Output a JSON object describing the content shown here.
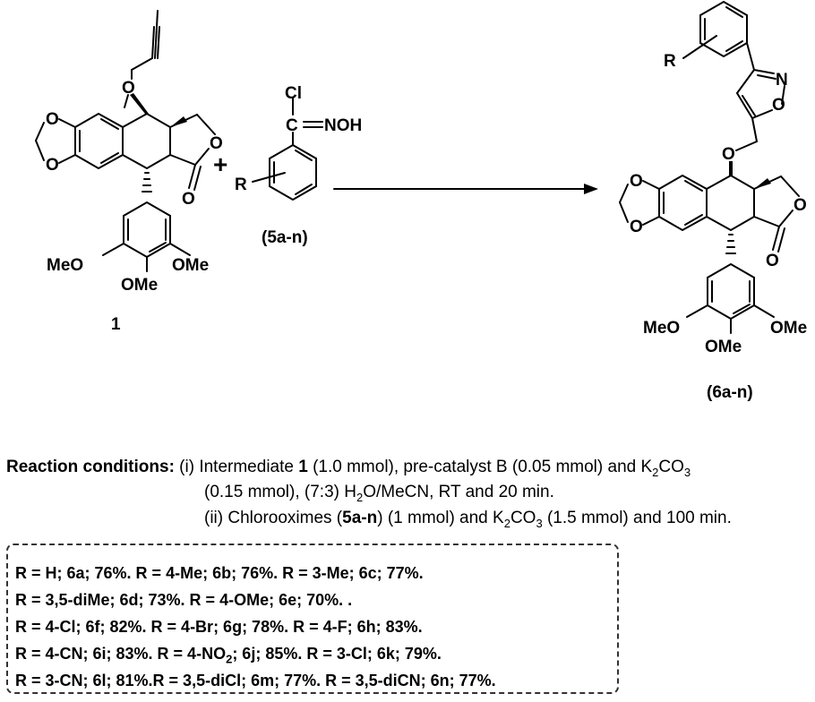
{
  "scheme": {
    "reactant1": {
      "label": "1",
      "o_bridge": "O",
      "o_diox1": "O",
      "o_diox2": "O",
      "o_lactone_ring": "O",
      "o_lactone_carbonyl": "O",
      "ome_left": "MeO",
      "ome_right": "OMe",
      "ome_bottom": "OMe"
    },
    "plus": "+",
    "reactant2": {
      "label": "(5a-n)",
      "cl": "Cl",
      "c": "C",
      "noh": "NOH",
      "r": "R"
    },
    "product": {
      "label": "(6a-n)",
      "r": "R",
      "n": "N",
      "o_isox": "O",
      "o_bridge": "O",
      "o_diox1": "O",
      "o_diox2": "O",
      "o_lactone_ring": "O",
      "o_lactone_carbonyl": "O",
      "ome_left": "MeO",
      "ome_right": "OMe",
      "ome_bottom": "OMe"
    }
  },
  "conditions": {
    "heading": "Reaction conditions:",
    "step1_a": " (i) Intermediate ",
    "step1_b": "1",
    "step1_c": " (1.0 mmol), pre-catalyst B (0.05 mmol) and K",
    "step1_d": "2",
    "step1_e": "CO",
    "step1_f": "3",
    "step1_line2_a": "(0.15 mmol), (7:3) H",
    "step1_line2_b": "2",
    "step1_line2_c": "O/MeCN, RT and 20 min.",
    "step2_a": "(ii) Chlorooximes (",
    "step2_b": "5a-n",
    "step2_c": ") (1 mmol) and K",
    "step2_d": "2",
    "step2_e": "CO",
    "step2_f": "3",
    "step2_g": " (1.5 mmol) and 100 min."
  },
  "results": {
    "line1": "R = H; 6a; 76%. R = 4-Me; 6b; 76%. R = 3-Me; 6c; 77%.",
    "line2": "R = 3,5-diMe; 6d; 73%. R = 4-OMe; 6e; 70%. .",
    "line3": "R = 4-Cl; 6f; 82%. R = 4-Br; 6g; 78%. R = 4-F; 6h; 83%.",
    "line4_a": "R = 4-CN; 6i; 83%. R = 4-NO",
    "line4_b": "2",
    "line4_c": "; 6j; 85%. R = 3-Cl; 6k; 79%.",
    "line5": "R = 3-CN; 6l; 81%.R = 3,5-diCl; 6m; 77%. R = 3,5-diCN; 6n; 77%."
  }
}
